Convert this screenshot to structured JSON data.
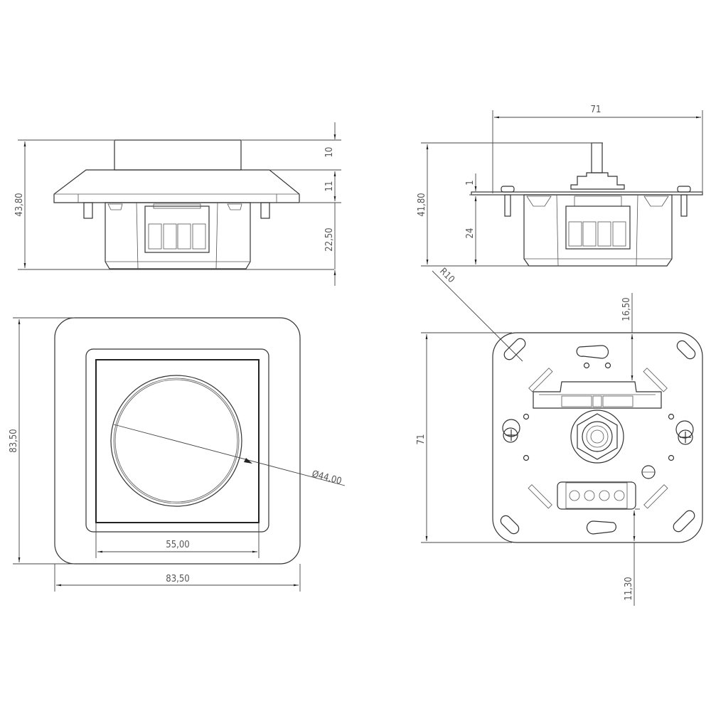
{
  "drawing": {
    "title": "Rotary dimmer technical dimension drawing",
    "views": {
      "side_view_assembled": {
        "dimensions": {
          "total_height": "43,80",
          "knob_height": "10",
          "frame_height": "11",
          "body_depth": "22,50"
        }
      },
      "side_view_insert": {
        "dimensions": {
          "plate_width": "71",
          "total_height": "41,80",
          "plate_thickness": "1",
          "body_depth": "24"
        }
      },
      "front_view": {
        "dimensions": {
          "frame_height": "83,50",
          "frame_width": "83,50",
          "inner_width": "55,00",
          "knob_diameter": "Ø44,00"
        }
      },
      "back_view_insert": {
        "dimensions": {
          "corner_radius": "R10",
          "plate_height": "71",
          "top_offset": "16,50",
          "bottom_offset": "11,30"
        }
      }
    }
  }
}
